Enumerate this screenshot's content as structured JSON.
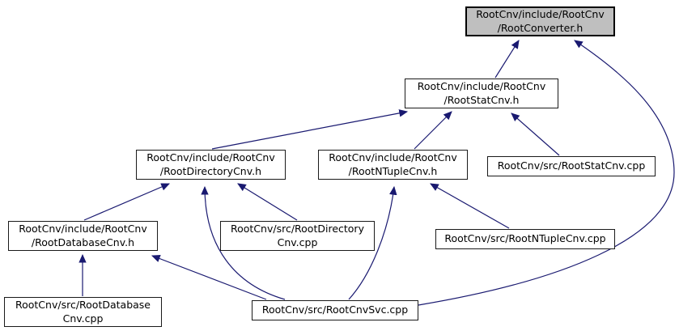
{
  "diagram": {
    "type": "include-dependency-graph",
    "background_color": "#ffffff",
    "edge_color": "#191970",
    "node_fill": "#ffffff",
    "highlight_fill": "#bfbfbf",
    "node_border_color": "#1a1a1a",
    "nodes": [
      {
        "id": "converter-h",
        "label": "RootCnv/include/RootCnv\n/RootConverter.h",
        "highlighted": true
      },
      {
        "id": "statcnv-h",
        "label": "RootCnv/include/RootCnv\n/RootStatCnv.h",
        "highlighted": false
      },
      {
        "id": "directorycnv-h",
        "label": "RootCnv/include/RootCnv\n/RootDirectoryCnv.h",
        "highlighted": false
      },
      {
        "id": "ntuplecnv-h",
        "label": "RootCnv/include/RootCnv\n/RootNTupleCnv.h",
        "highlighted": false
      },
      {
        "id": "statcnv-cpp",
        "label": "RootCnv/src/RootStatCnv.cpp",
        "highlighted": false
      },
      {
        "id": "databasecnv-h",
        "label": "RootCnv/include/RootCnv\n/RootDatabaseCnv.h",
        "highlighted": false
      },
      {
        "id": "directorycnv-cpp",
        "label": "RootCnv/src/RootDirectory\nCnv.cpp",
        "highlighted": false
      },
      {
        "id": "ntuplecnv-cpp",
        "label": "RootCnv/src/RootNTupleCnv.cpp",
        "highlighted": false
      },
      {
        "id": "databasecnv-cpp",
        "label": "RootCnv/src/RootDatabase\nCnv.cpp",
        "highlighted": false
      },
      {
        "id": "cnvsvc-cpp",
        "label": "RootCnv/src/RootCnvSvc.cpp",
        "highlighted": false
      }
    ],
    "edges": [
      {
        "from": "RootCnv/include/RootCnv/RootStatCnv.h",
        "to": "RootCnv/include/RootCnv/RootConverter.h"
      },
      {
        "from": "RootCnv/src/RootCnvSvc.cpp",
        "to": "RootCnv/include/RootCnv/RootConverter.h"
      },
      {
        "from": "RootCnv/include/RootCnv/RootDirectoryCnv.h",
        "to": "RootCnv/include/RootCnv/RootStatCnv.h"
      },
      {
        "from": "RootCnv/include/RootCnv/RootNTupleCnv.h",
        "to": "RootCnv/include/RootCnv/RootStatCnv.h"
      },
      {
        "from": "RootCnv/src/RootStatCnv.cpp",
        "to": "RootCnv/include/RootCnv/RootStatCnv.h"
      },
      {
        "from": "RootCnv/include/RootCnv/RootDatabaseCnv.h",
        "to": "RootCnv/include/RootCnv/RootDirectoryCnv.h"
      },
      {
        "from": "RootCnv/src/RootDirectoryCnv.cpp",
        "to": "RootCnv/include/RootCnv/RootDirectoryCnv.h"
      },
      {
        "from": "RootCnv/src/RootCnvSvc.cpp",
        "to": "RootCnv/include/RootCnv/RootDirectoryCnv.h"
      },
      {
        "from": "RootCnv/src/RootNTupleCnv.cpp",
        "to": "RootCnv/include/RootCnv/RootNTupleCnv.h"
      },
      {
        "from": "RootCnv/src/RootCnvSvc.cpp",
        "to": "RootCnv/include/RootCnv/RootNTupleCnv.h"
      },
      {
        "from": "RootCnv/src/RootDatabaseCnv.cpp",
        "to": "RootCnv/include/RootCnv/RootDatabaseCnv.h"
      },
      {
        "from": "RootCnv/src/RootCnvSvc.cpp",
        "to": "RootCnv/include/RootCnv/RootDatabaseCnv.h"
      }
    ]
  }
}
